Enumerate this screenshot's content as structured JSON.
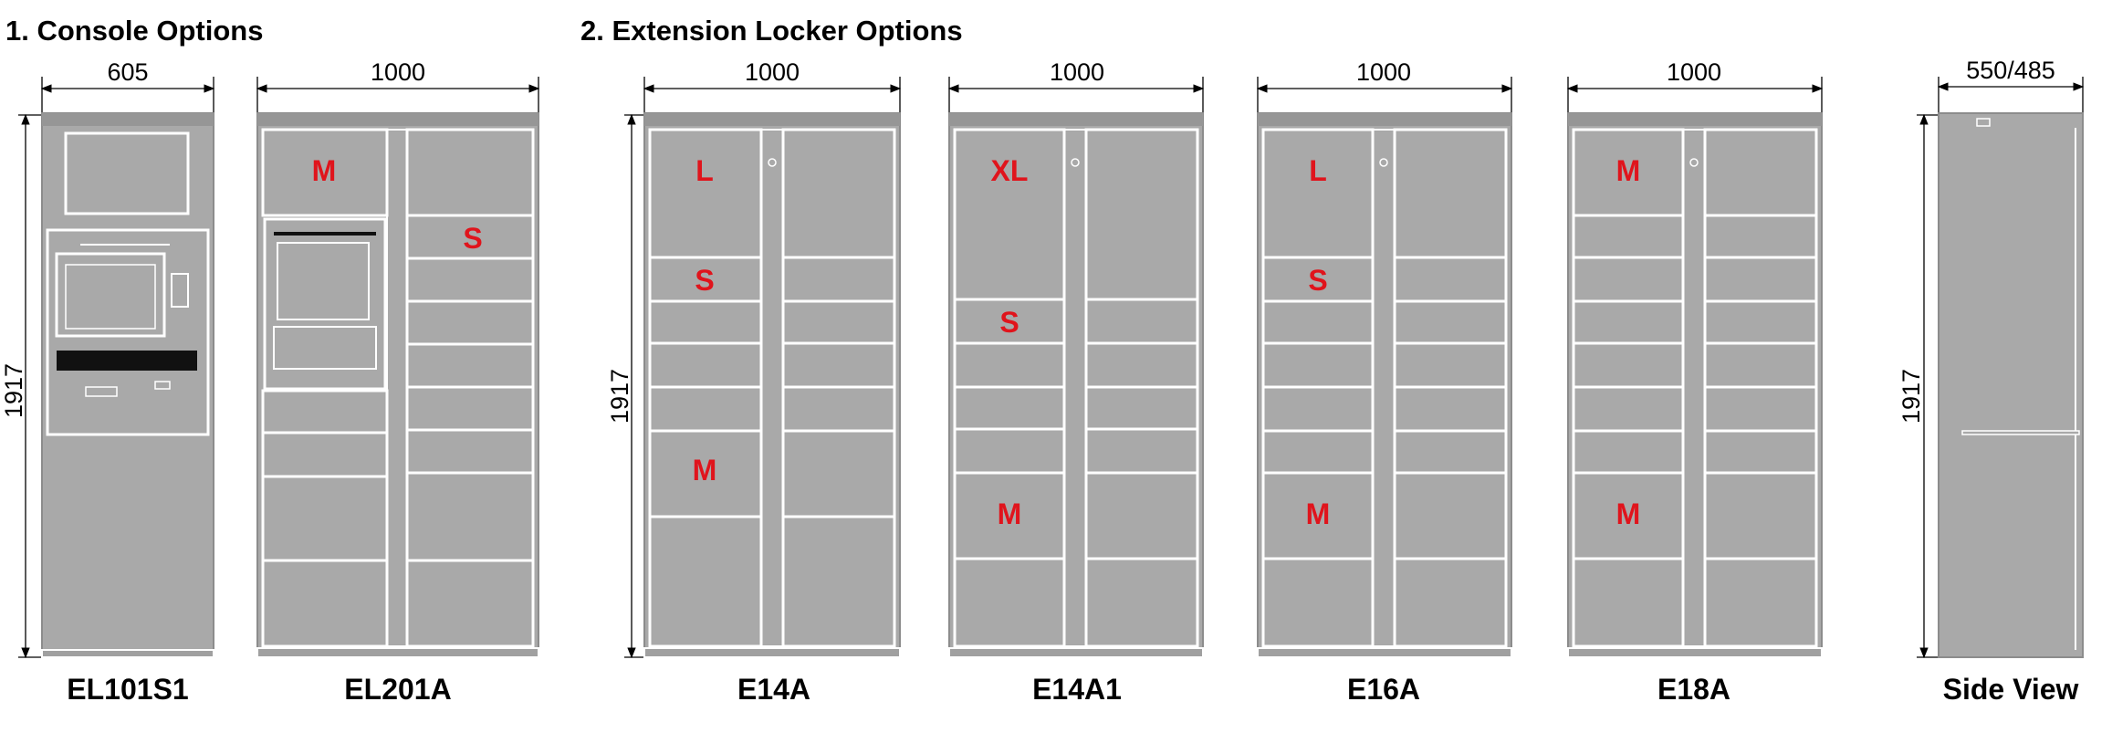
{
  "sections": {
    "console_title": "1. Console Options",
    "extension_title": "2. Extension Locker Options"
  },
  "units": [
    {
      "model": "EL101S1",
      "width": "605",
      "height": "1917",
      "sizes": []
    },
    {
      "model": "EL201A",
      "width": "1000",
      "sizes": [
        "M",
        "S"
      ]
    },
    {
      "model": "E14A",
      "width": "1000",
      "height": "1917",
      "sizes": [
        "L",
        "S",
        "M"
      ]
    },
    {
      "model": "E14A1",
      "width": "1000",
      "sizes": [
        "XL",
        "S",
        "M"
      ]
    },
    {
      "model": "E16A",
      "width": "1000",
      "sizes": [
        "L",
        "S",
        "M"
      ]
    },
    {
      "model": "E18A",
      "width": "1000",
      "sizes": [
        "M",
        "M"
      ]
    },
    {
      "model": "Side View",
      "width": "550/485",
      "height": "1917",
      "sizes": []
    }
  ],
  "colors": {
    "locker_body": "#a9a9a9",
    "size_label": "#e0141c",
    "panel_edge": "#ffffff"
  }
}
